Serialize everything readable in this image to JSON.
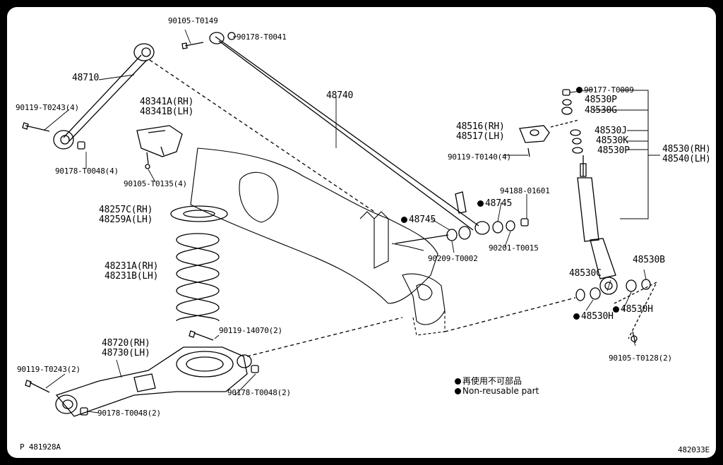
{
  "labels": {
    "p90105_T0149": "90105-T0149",
    "p90178_T0041": "90178-T0041",
    "p48710": "48710",
    "p90119_T0243_4": "90119-T0243(4)",
    "p90178_T0048_4": "90178-T0048(4)",
    "p48341A": "48341A(RH)",
    "p48341B": "48341B(LH)",
    "p90105_T0135_4": "90105-T0135(4)",
    "p48740": "48740",
    "p48257C": "48257C(RH)",
    "p48259A": "48259A(LH)",
    "p48231A": "48231A(RH)",
    "p48231B": "48231B(LH)",
    "p90119_14070_2": "90119-14070(2)",
    "p48720": "48720(RH)",
    "p48730": "48730(LH)",
    "p90119_T0243_2": "90119-T0243(2)",
    "p90178_T0048_2a": "90178-T0048(2)",
    "p90178_T0048_2b": "90178-T0048(2)",
    "p48516": "48516(RH)",
    "p48517": "48517(LH)",
    "p90119_T0140_4": "90119-T0140(4)",
    "p94188_01601": "94188-01601",
    "p48745a": "48745",
    "p48745b": "48745",
    "p90209_T0002": "90209-T0002",
    "p90201_T0015": "90201-T0015",
    "p90177_T0009": "90177-T0009",
    "p48530P_a": "48530P",
    "p48530G": "48530G",
    "p48530J": "48530J",
    "p48530K": "48530K",
    "p48530P_b": "48530P",
    "p48530RH": "48530(RH)",
    "p48540LH": "48540(LH)",
    "p48530B": "48530B",
    "p48530C": "48530C",
    "p48530H_a": "48530H",
    "p48530H_b": "48530H",
    "p90105_T0128_2": "90105-T0128(2)"
  },
  "legend": {
    "jp": "再使用不可部品",
    "en": "Non-reusable part"
  },
  "footer": {
    "left": "P  481928A",
    "right": "482033E"
  }
}
